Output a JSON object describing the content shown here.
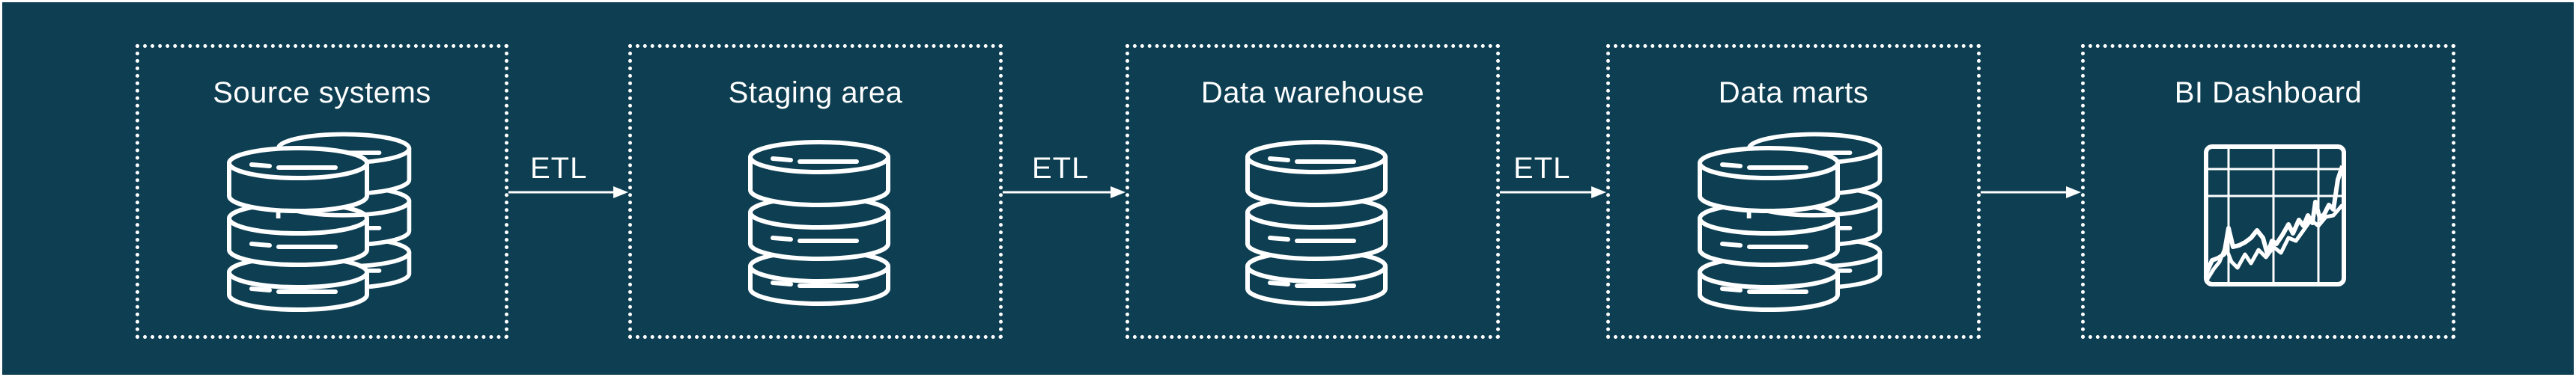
{
  "colors": {
    "background": "#0d3e52",
    "foreground": "#ffffff"
  },
  "stages": [
    {
      "title": "Source systems",
      "icon": "stacked-databases-icon"
    },
    {
      "title": "Staging area",
      "icon": "database-icon"
    },
    {
      "title": "Data warehouse",
      "icon": "database-icon"
    },
    {
      "title": "Data marts",
      "icon": "stacked-databases-icon"
    },
    {
      "title": "BI Dashboard",
      "icon": "line-chart-icon"
    }
  ],
  "connectors": [
    {
      "label": "ETL"
    },
    {
      "label": "ETL"
    },
    {
      "label": "ETL"
    },
    {
      "label": ""
    }
  ]
}
